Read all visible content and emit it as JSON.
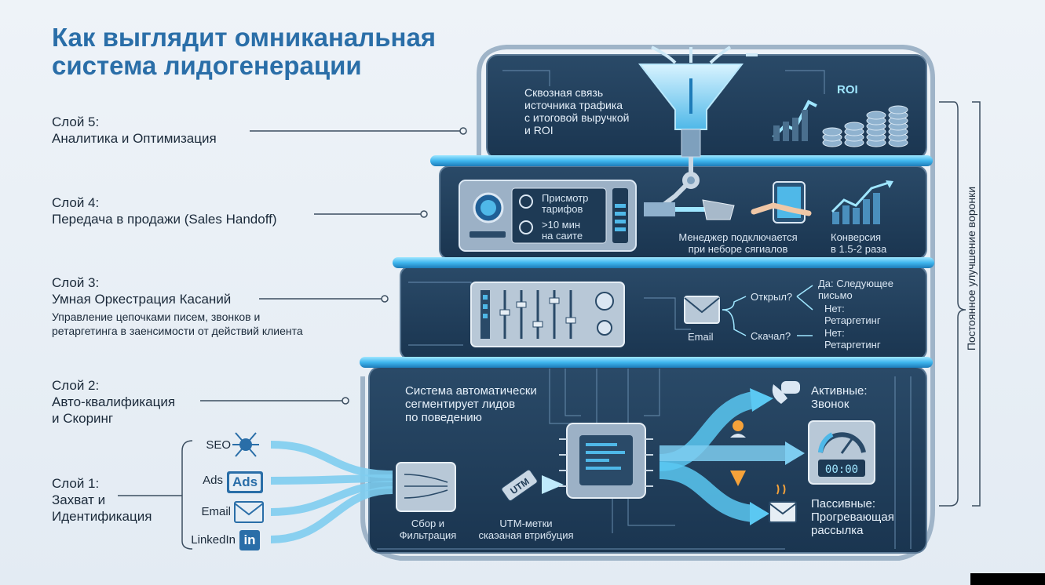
{
  "title": {
    "line1": "Как выглядит омниканальная",
    "line2": "система лидогенерации"
  },
  "layers": [
    {
      "heading": "Слой 5:",
      "name": "Аналитика и Оптимизация"
    },
    {
      "heading": "Слой 4:",
      "name": "Передача в продажи (Sales Handoff)"
    },
    {
      "heading": "Слой 3:",
      "name": "Умная Оркестрация Касаний",
      "description_line1": "Управление цепочками писем, звонков и",
      "description_line2": "ретаргетинга в заенсимости от действий клиента"
    },
    {
      "heading": "Слой 2:",
      "name_line1": "Авто-квалификация",
      "name_line2": "и Скоринг"
    },
    {
      "heading": "Слой 1:",
      "name_line1": "Захват и",
      "name_line2": "Идентификация"
    }
  ],
  "sources": [
    {
      "label": "SEO",
      "icon": "seo-network-icon"
    },
    {
      "label": "Ads",
      "icon": "ads-badge-icon",
      "badge": "Ads"
    },
    {
      "label": "Email",
      "icon": "envelope-icon"
    },
    {
      "label": "LinkedIn",
      "icon": "linkedin-icon",
      "badge": "in"
    }
  ],
  "layer5": {
    "text_lines": [
      "Сквозная связь",
      "источника трафика",
      "с итоговой выручкой",
      "и ROI"
    ],
    "roi_label": "ROI"
  },
  "layer4": {
    "signal_line1": "Присмотр",
    "signal_line2": "тарифов",
    "time_line1": ">10 мин",
    "time_line2": "на саите",
    "manager_line1": "Менеджер подключается",
    "manager_line2": "при неборе сягиалов",
    "conversion_line1": "Конверсия",
    "conversion_line2": "в 1.5-2 раза"
  },
  "layer3": {
    "email_label": "Email",
    "opened": "Открыл?",
    "downloaded": "Скачал?",
    "yes_line1": "Да: Следующее",
    "yes_line2": "письмо",
    "no1_line1": "Нет:",
    "no1_line2": "Ретаргетинг",
    "no2_line1": "Нет:",
    "no2_line2": "Ретаргетинг"
  },
  "layer2": {
    "system_line1": "Система автоматически",
    "system_line2": "сегментирует лидов",
    "system_line3": "по поведению",
    "active_line1": "Активные:",
    "active_line2": "Звонок",
    "passive_line1": "Пассивные:",
    "passive_line2": "Прогревающая",
    "passive_line3": "рассылка",
    "timer": "00:00"
  },
  "layer1": {
    "collect_line1": "Сбор и",
    "collect_line2": "Фильтрация",
    "utm_badge": "UTM",
    "utm_line1": "UTM-метки",
    "utm_line2": "скаэаная втрибуция"
  },
  "side_label": "Постоянное улучшение воронки",
  "colors": {
    "title": "#2a6ea8",
    "panel": "#1e3a55",
    "glow": "#5bc8f2",
    "accent": "#f5a23a"
  }
}
